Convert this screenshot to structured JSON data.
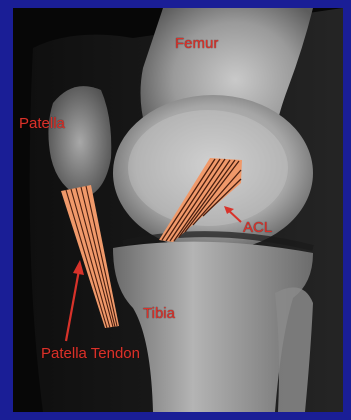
{
  "colors": {
    "slide_background": "#1a1e96",
    "label_text": "#d8322a",
    "ligament_fill": "#f0996a",
    "ligament_stripe": "#4a1f10",
    "arrow": "#d8322a"
  },
  "labels": {
    "femur": "Femur",
    "patella": "Patella",
    "acl": "ACL",
    "tibia": "Tibia",
    "patella_tendon": "Patella Tendon"
  }
}
